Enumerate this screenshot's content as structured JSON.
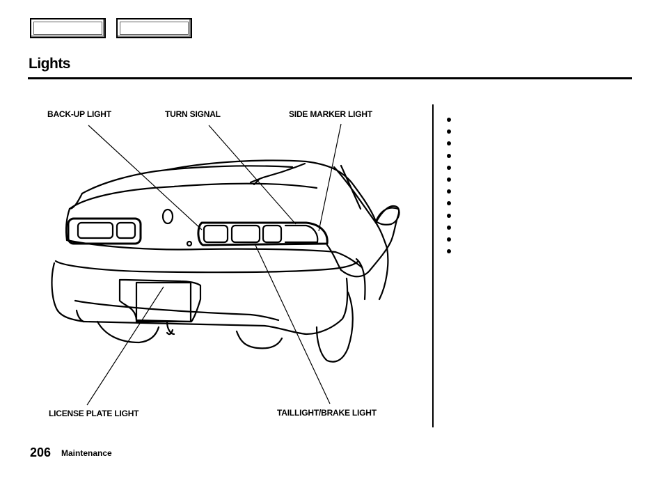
{
  "nav": {
    "buttons": [
      "",
      ""
    ]
  },
  "page": {
    "title": "Lights",
    "number": "206",
    "section": "Maintenance"
  },
  "illustration": {
    "callouts": {
      "backup_light": "BACK-UP LIGHT",
      "turn_signal": "TURN SIGNAL",
      "side_marker_light": "SIDE MARKER LIGHT",
      "license_plate_light": "LICENSE PLATE LIGHT",
      "taillight_brake_light": "TAILLIGHT/BRAKE LIGHT"
    }
  },
  "bullet_list": {
    "items": [
      "",
      "",
      "",
      "",
      "",
      "",
      "",
      "",
      "",
      "",
      "",
      ""
    ]
  }
}
